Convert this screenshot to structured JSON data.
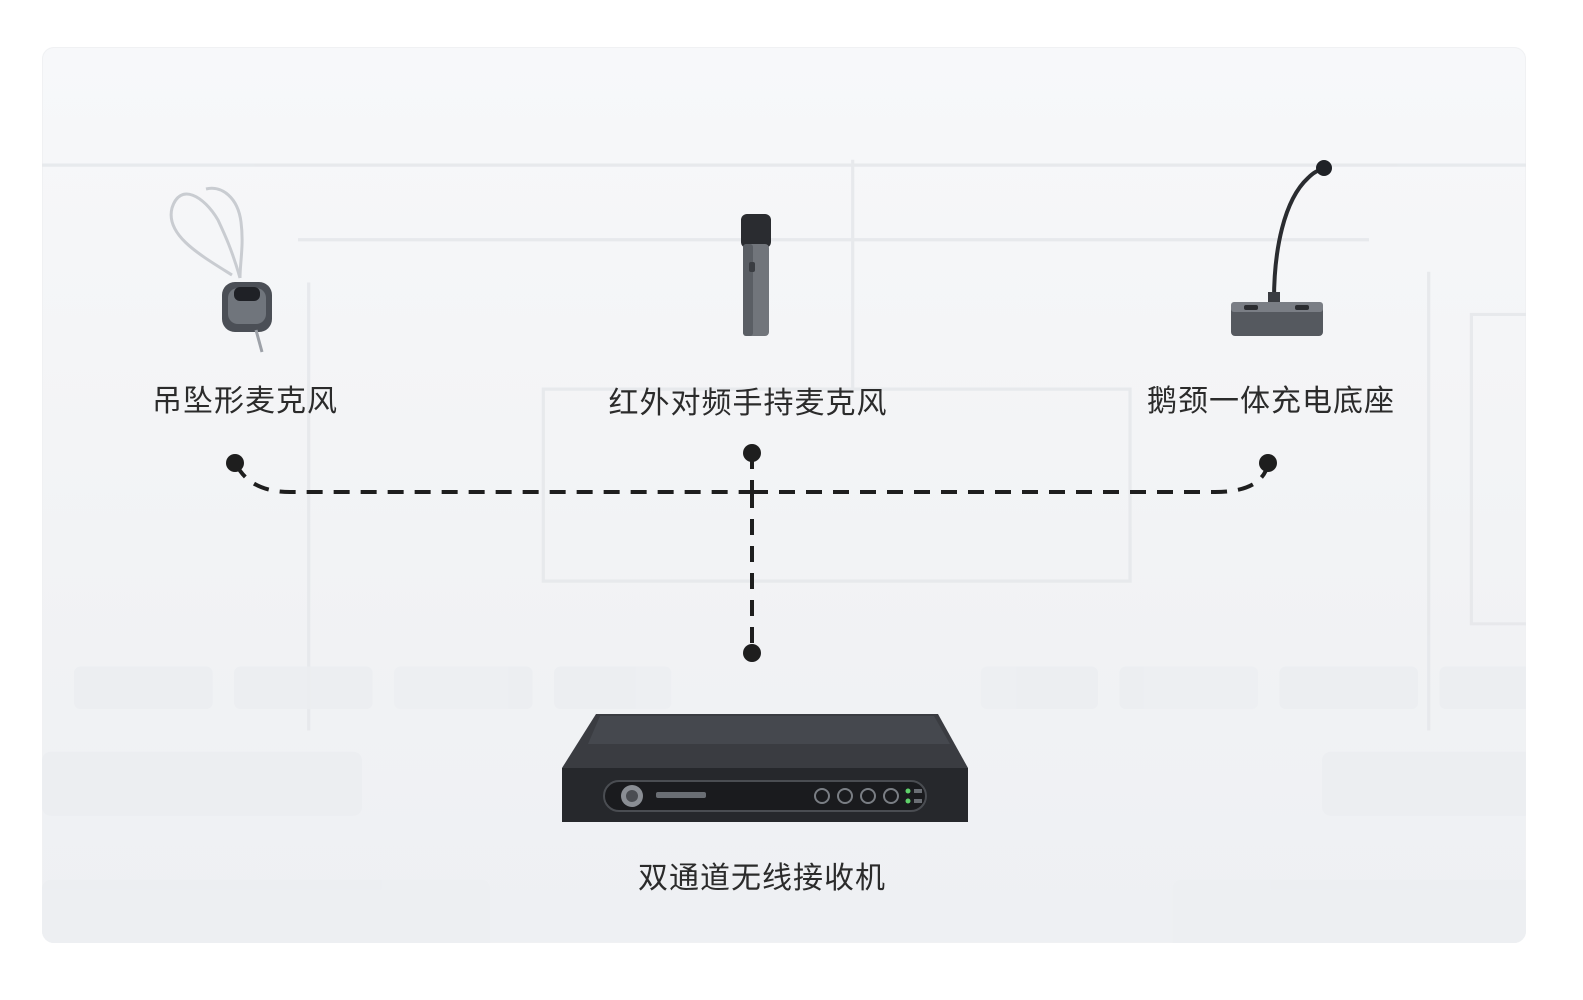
{
  "devices": {
    "pendant_mic": {
      "label": "吊坠形麦克风"
    },
    "handheld_mic": {
      "label": "红外对频手持麦克风"
    },
    "gooseneck_base": {
      "label": "鹅颈一体充电底座"
    },
    "receiver": {
      "label": "双通道无线接收机"
    }
  },
  "colors": {
    "line": "#1e1e1e",
    "device_dark": "#2f3136",
    "device_mid": "#6b6f76",
    "label": "#2b2b2b"
  }
}
